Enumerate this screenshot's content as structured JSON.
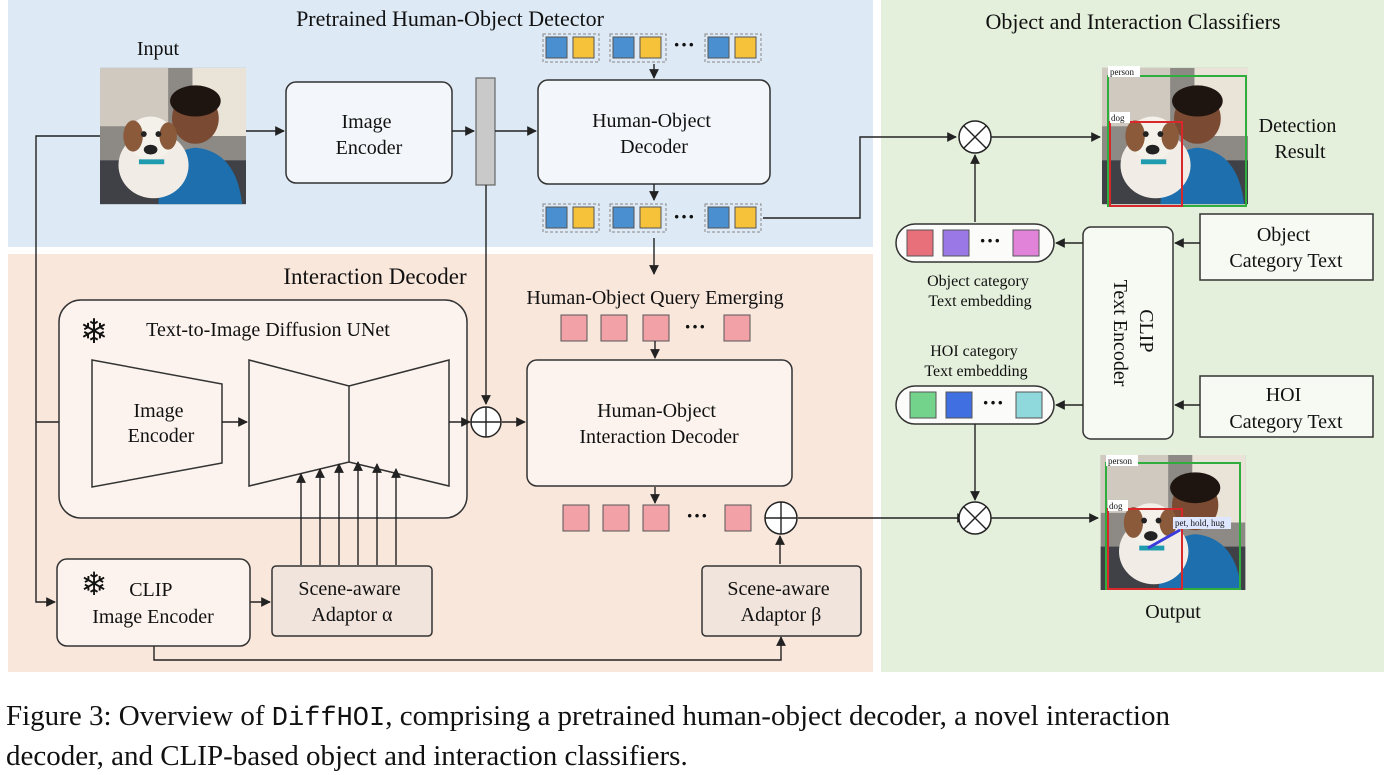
{
  "panels": {
    "detector_title": "Pretrained Human-Object Detector",
    "interaction_title": "Interaction Decoder",
    "classifiers_title": "Object and Interaction Classifiers"
  },
  "input_label": "Input",
  "image_encoder": [
    "Image",
    "Encoder"
  ],
  "ho_decoder": [
    "Human-Object",
    "Decoder"
  ],
  "query_label": "Human-Object Query Emerging",
  "diffusion_title": "Text-to-Image Diffusion UNet",
  "unet_image_encoder": [
    "Image",
    "Encoder"
  ],
  "hoi_decoder": [
    "Human-Object",
    "Interaction Decoder"
  ],
  "clip_image_encoder": [
    "CLIP",
    "Image Encoder"
  ],
  "adaptor_alpha": [
    "Scene-aware",
    "Adaptor α"
  ],
  "adaptor_beta": [
    "Scene-aware",
    "Adaptor β"
  ],
  "detection_result": [
    "Detection",
    "Result"
  ],
  "object_text": [
    "Object",
    "Category Text"
  ],
  "hoi_text": [
    "HOI",
    "Category Text"
  ],
  "clip_text_encoder": [
    "CLIP",
    "Text Encoder"
  ],
  "object_embedding": [
    "Object category",
    "Text embedding"
  ],
  "hoi_embedding": [
    "HOI category",
    "Text embedding"
  ],
  "output_label": "Output",
  "box_labels": {
    "person": "person",
    "dog": "dog",
    "interaction": "pet, hold, hug"
  },
  "ellipsis": "···",
  "colors": {
    "detector_bg": "#dde9f5",
    "interaction_bg": "#fae7dc",
    "classifier_bg": "#e4efdc",
    "blue_token": "#4a8fcf",
    "yellow_token": "#f5c23a",
    "pink_token": "#f2a1a6",
    "red_emb": "#e8707a",
    "purple_emb": "#9a78e6",
    "magenta_emb": "#e083d9",
    "green_emb": "#74d38a",
    "blue_emb": "#3f6fe0",
    "cyan_emb": "#8fd8dc"
  },
  "caption": {
    "prefix": "Figure 3: Overview of ",
    "name": "DiffHOI",
    "line1_rest": ", comprising a pretrained human-object decoder, a novel interaction",
    "line2": "decoder, and CLIP-based object and interaction classifiers."
  }
}
